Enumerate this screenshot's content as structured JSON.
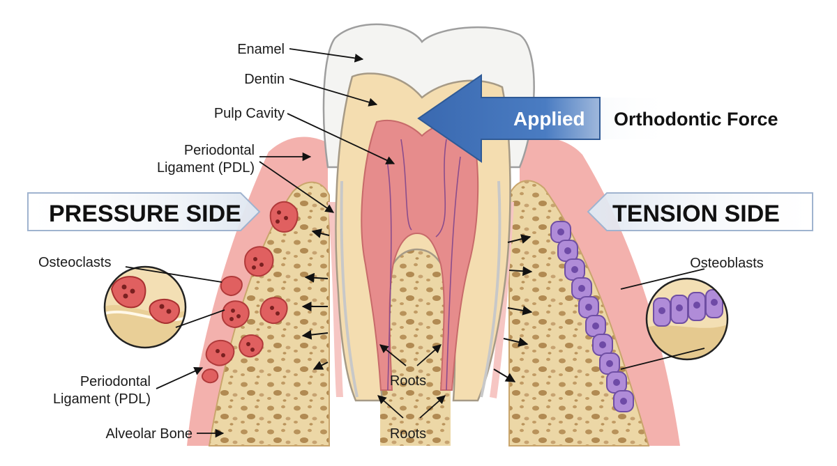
{
  "force": {
    "word1": "Applied",
    "word2": "Orthodontic Force"
  },
  "sides": {
    "pressure": "PRESSURE SIDE",
    "tension": "TENSION SIDE"
  },
  "labels": {
    "enamel": "Enamel",
    "dentin": "Dentin",
    "pulp": "Pulp Cavity",
    "pdl_top_1": "Periodontal",
    "pdl_top_2": "Ligament (PDL)",
    "osteoclasts": "Osteoclasts",
    "pdl_bottom_1": "Periodontal",
    "pdl_bottom_2": "Ligament (PDL)",
    "alveolar": "Alveolar Bone",
    "roots_1": "Roots",
    "roots_2": "Roots",
    "osteoblasts": "Osteoblasts"
  },
  "colors": {
    "force_arrow": "#3d6fb5",
    "gum": "#f2a8a4",
    "bone": "#ecd7a6",
    "dentin": "#f4ddb0",
    "pulp": "#e68c8c",
    "osteoclast": "#e06060",
    "osteoblast": "#b08cd8",
    "side_banner": "#dfe7f1"
  },
  "icons": {
    "force": "left-arrow-icon",
    "zoom": "magnifier-circle-icon"
  }
}
